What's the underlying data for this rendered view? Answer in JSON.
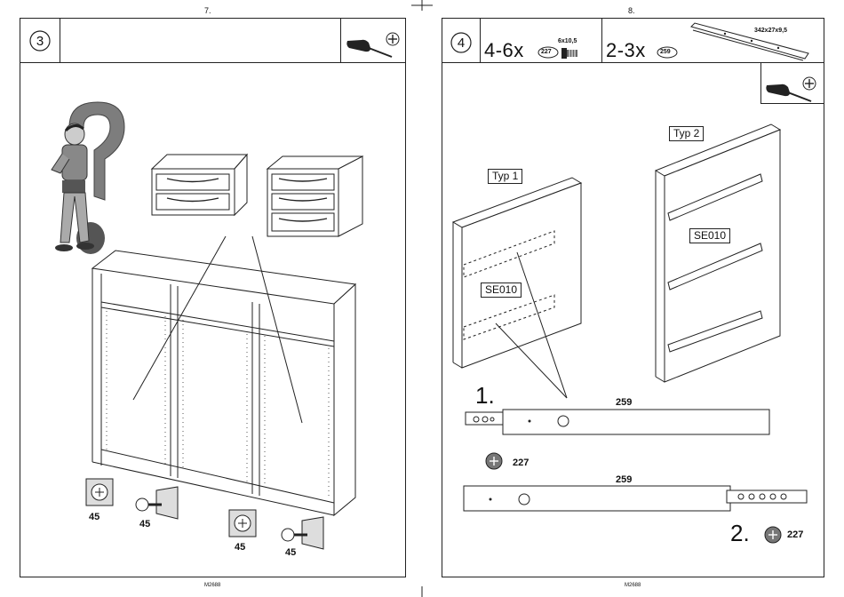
{
  "left_page": {
    "page_number": "7.",
    "step_number": "3",
    "tool_icon": "screwdriver-icon",
    "fixing_labels": [
      "45",
      "45",
      "45",
      "45"
    ],
    "footer_code": "M2688"
  },
  "right_page": {
    "page_number": "8.",
    "step_number": "4",
    "parts": [
      {
        "quantity": "4-6x",
        "part_no": "227",
        "size": "6x10,5",
        "icon": "screw-icon"
      },
      {
        "quantity": "2-3x",
        "part_no": "259",
        "size": "342x27x9,5",
        "icon": "drawer-rail-icon"
      }
    ],
    "tool_icon": "screwdriver-icon",
    "panel_type1": "Typ 1",
    "panel_type2": "Typ 2",
    "rail_code_1": "SE010",
    "rail_code_2": "SE010",
    "step_1_label": "1.",
    "step_2_label": "2.",
    "rail_part_top": "259",
    "rail_part_bottom": "259",
    "screw_part_1": "227",
    "screw_part_2": "227",
    "footer_code": "M2688"
  }
}
